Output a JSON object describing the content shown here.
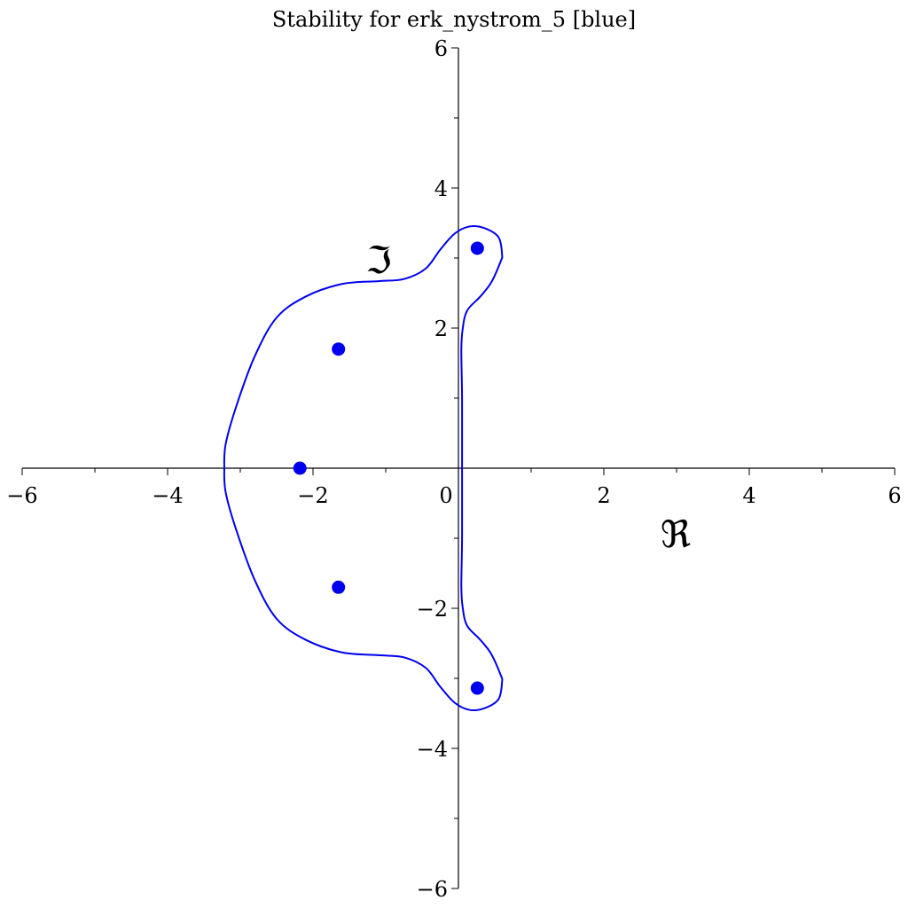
{
  "chart_data": {
    "type": "line",
    "title": "Stability for erk_nystrom_5 [blue]",
    "xlabel": "ℜ",
    "ylabel": "ℑ",
    "xlim": [
      -6,
      6
    ],
    "ylim": [
      -6,
      6
    ],
    "xticks": [
      -6,
      -4,
      -2,
      0,
      2,
      4,
      6
    ],
    "yticks": [
      -6,
      -4,
      -2,
      2,
      4,
      6
    ],
    "xtick_labels": [
      "−6",
      "−4",
      "−2",
      "0",
      "2",
      "4",
      "6"
    ],
    "ytick_labels": [
      "−6",
      "−4",
      "−2",
      "2",
      "4",
      "6"
    ],
    "minor_tick_step": 1,
    "grid": false,
    "series": [
      {
        "kind": "curve",
        "color": "#0000ee",
        "points": [
          [
            0.05,
            0.0
          ],
          [
            0.05,
            1.0
          ],
          [
            0.04,
            1.7
          ],
          [
            0.06,
            2.0
          ],
          [
            0.12,
            2.25
          ],
          [
            0.3,
            2.45
          ],
          [
            0.45,
            2.65
          ],
          [
            0.58,
            2.95
          ],
          [
            0.6,
            3.05
          ],
          [
            0.55,
            3.3
          ],
          [
            0.35,
            3.43
          ],
          [
            0.15,
            3.45
          ],
          [
            -0.05,
            3.35
          ],
          [
            -0.25,
            3.12
          ],
          [
            -0.45,
            2.85
          ],
          [
            -0.75,
            2.7
          ],
          [
            -1.1,
            2.67
          ],
          [
            -1.6,
            2.63
          ],
          [
            -2.1,
            2.45
          ],
          [
            -2.5,
            2.15
          ],
          [
            -2.8,
            1.6
          ],
          [
            -3.05,
            0.9
          ],
          [
            -3.2,
            0.35
          ],
          [
            -3.22,
            0.0
          ],
          [
            -3.2,
            -0.35
          ],
          [
            -3.05,
            -0.9
          ],
          [
            -2.8,
            -1.6
          ],
          [
            -2.5,
            -2.15
          ],
          [
            -2.1,
            -2.45
          ],
          [
            -1.6,
            -2.63
          ],
          [
            -1.1,
            -2.67
          ],
          [
            -0.75,
            -2.7
          ],
          [
            -0.45,
            -2.85
          ],
          [
            -0.25,
            -3.12
          ],
          [
            -0.05,
            -3.35
          ],
          [
            0.15,
            -3.45
          ],
          [
            0.35,
            -3.43
          ],
          [
            0.55,
            -3.3
          ],
          [
            0.6,
            -3.05
          ],
          [
            0.58,
            -2.95
          ],
          [
            0.45,
            -2.65
          ],
          [
            0.3,
            -2.45
          ],
          [
            0.12,
            -2.25
          ],
          [
            0.06,
            -2.0
          ],
          [
            0.04,
            -1.7
          ],
          [
            0.05,
            -1.0
          ],
          [
            0.05,
            0.0
          ]
        ]
      },
      {
        "kind": "points",
        "color": "#0000ee",
        "points": [
          [
            0.26,
            3.14
          ],
          [
            -1.65,
            1.7
          ],
          [
            -2.18,
            0.0
          ],
          [
            -1.65,
            -1.7
          ],
          [
            0.26,
            -3.14
          ]
        ]
      }
    ]
  }
}
